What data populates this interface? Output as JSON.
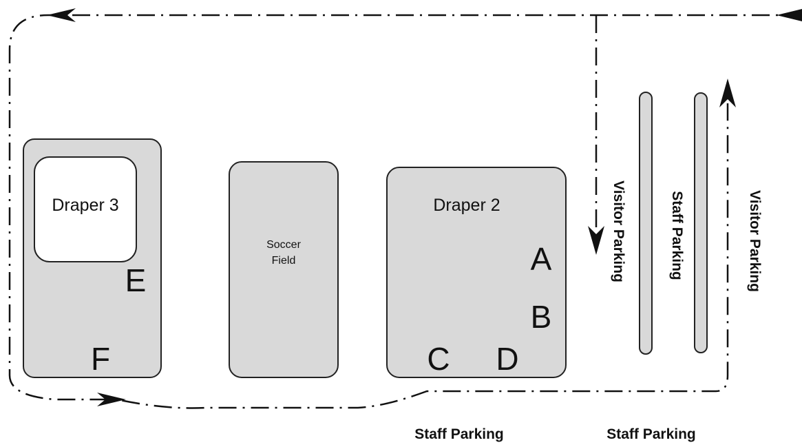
{
  "buildings": {
    "draper3": "Draper 3",
    "soccer_line1": "Soccer",
    "soccer_line2": "Field",
    "draper2": "Draper 2"
  },
  "spots": {
    "a": "A",
    "b": "B",
    "c": "C",
    "d": "D",
    "e": "E",
    "f": "F"
  },
  "parking": {
    "visitor_left": "Visitor Parking",
    "staff_middle": "Staff Parking",
    "visitor_right": "Visitor Parking",
    "staff_bottom_left": "Staff Parking",
    "staff_bottom_right": "Staff Parking"
  },
  "route": {
    "style": "dash-dot",
    "direction_arrows": [
      "left",
      "down",
      "up",
      "right",
      "left"
    ]
  }
}
